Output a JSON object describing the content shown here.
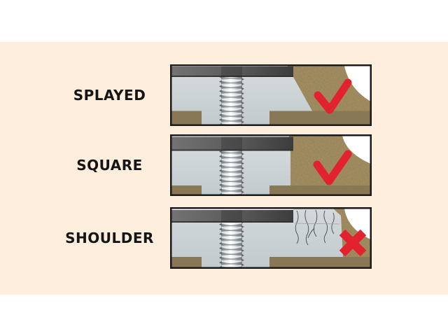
{
  "rows": [
    {
      "label": "SPLAYED",
      "verdict": "check"
    },
    {
      "label": "SQUARE",
      "verdict": "check"
    },
    {
      "label": "SHOULDER",
      "verdict": "cross"
    }
  ],
  "icons": {
    "check": "check-icon",
    "cross": "cross-icon"
  },
  "colors": {
    "accent_red": "#e3222f",
    "soil": "#a69060",
    "soil_dark": "#8a7855",
    "concrete": "#ccd3d6",
    "steel_plate": "#555555",
    "bolt_metal": "#ffffff",
    "crack": "#454b52",
    "background_cream": "#fdeedd",
    "panel_background": "#ffffff",
    "panel_border": "#1b1b1b",
    "label_text": "#151515"
  }
}
